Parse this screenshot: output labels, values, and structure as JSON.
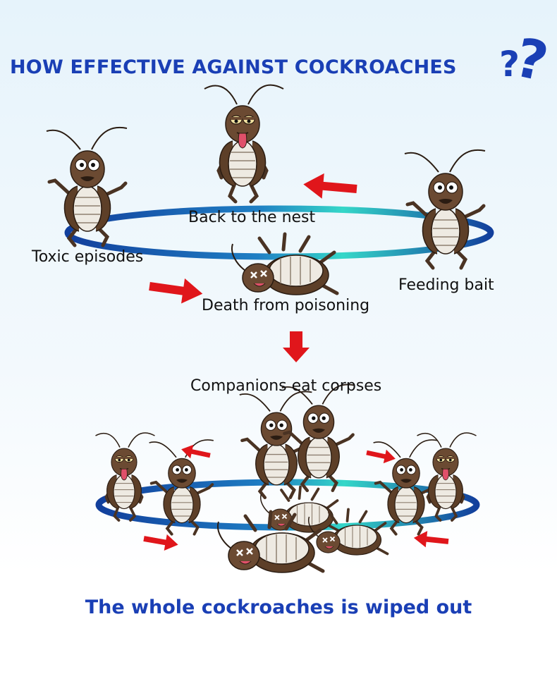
{
  "title": "HOW EFFECTIVE AGAINST COCKROACHES",
  "title_marks": [
    "?",
    "?"
  ],
  "cycle_labels": {
    "back_to_nest": "Back to the nest",
    "toxic_episodes": "Toxic episodes",
    "feeding_bait": "Feeding bait",
    "death": "Death from poisoning"
  },
  "middle_label": "Companions eat corpses",
  "bottom_text": "The whole cockroaches is wiped out",
  "colors": {
    "title_blue": "#1a3fb5",
    "arrow_red": "#e0161b",
    "ring_dark": "#123f9c",
    "ring_teal": "#35d7c8",
    "roach_brown": "#6b4a32",
    "roach_belly": "#eeeae2"
  }
}
